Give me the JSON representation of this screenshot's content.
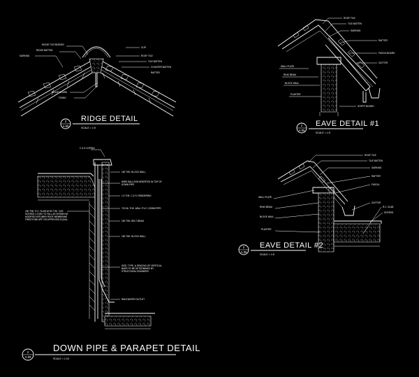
{
  "details": {
    "ridge": {
      "title": "RIDGE DETAIL",
      "scale": "SCALE = 1:5",
      "bubble_num": "2",
      "bubble_ref": "A-05",
      "notes": [
        "RIDGE TILE BEDDED",
        "RIDGE BATTEN",
        "CLIP",
        "ROOF TILE",
        "TILE BATTEN",
        "COUNTER BATTEN",
        "SARKING",
        "RAFTER",
        "RIDGE BOARD",
        "FIXING"
      ]
    },
    "eave1": {
      "title": "EAVE DETAIL #1",
      "scale": "SCALE = 1:5",
      "bubble_num": "2",
      "bubble_ref": "A-05",
      "notes": [
        "ROOF TILE",
        "TILE BATTEN",
        "SARKING",
        "RAFTER",
        "FASCIA BOARD",
        "GUTTER",
        "WALL PLATE",
        "RING BEAM",
        "BLOCK WALL",
        "PLASTER",
        "SOFFIT BOARD"
      ]
    },
    "downpipe": {
      "title": "DOWN PIPE & PARAPET DETAIL",
      "scale": "SCALE = 1:10",
      "bubble_num": "2",
      "bubble_ref": "A-05",
      "notes": {
        "coping": "C & S COPING",
        "block_wall_top": "150 THK. BLOCK WALL",
        "balloon": "WIRE BALLOON INSERTED IN TOP OF DOWN PIPE",
        "rendering": "1:3 THK. C & S. RENDERING",
        "down_pipe": "75 DIA. THK. WALL P.V.C. DOWN PIPE.",
        "belt_beam": "150 THK. BELT BEAM",
        "block_wall": "150 THK. BLOCK WALL",
        "slab": "150 THK. R.C. SLAB W/ 50 THK. C&S SCREED 1:3 MIX TO FALL AS SHOWN W/ MODIFIED BITUMEN ROOF MEMBRANE FIRESTONE APP OR APPROVED EQUAL",
        "bars": "SIZE, TYPE, & SPACING OF VERTICAL BARS TO BE DETERMINED BY STRUCTURAL ENGINEER.",
        "outlet": "RAIN WATER OUTLET"
      }
    },
    "eave2": {
      "title": "EAVE DETAIL #2",
      "scale": "SCALE = 1:5",
      "bubble_num": "2",
      "bubble_ref": "A-05",
      "notes": [
        "ROOF TILE",
        "TILE BATTEN",
        "SARKING",
        "RAFTER",
        "FASCIA",
        "GUTTER",
        "WALL PLATE",
        "RING BEAM",
        "BLOCK WALL",
        "PLASTER",
        "R.C. SLAB",
        "SCREED"
      ]
    }
  }
}
